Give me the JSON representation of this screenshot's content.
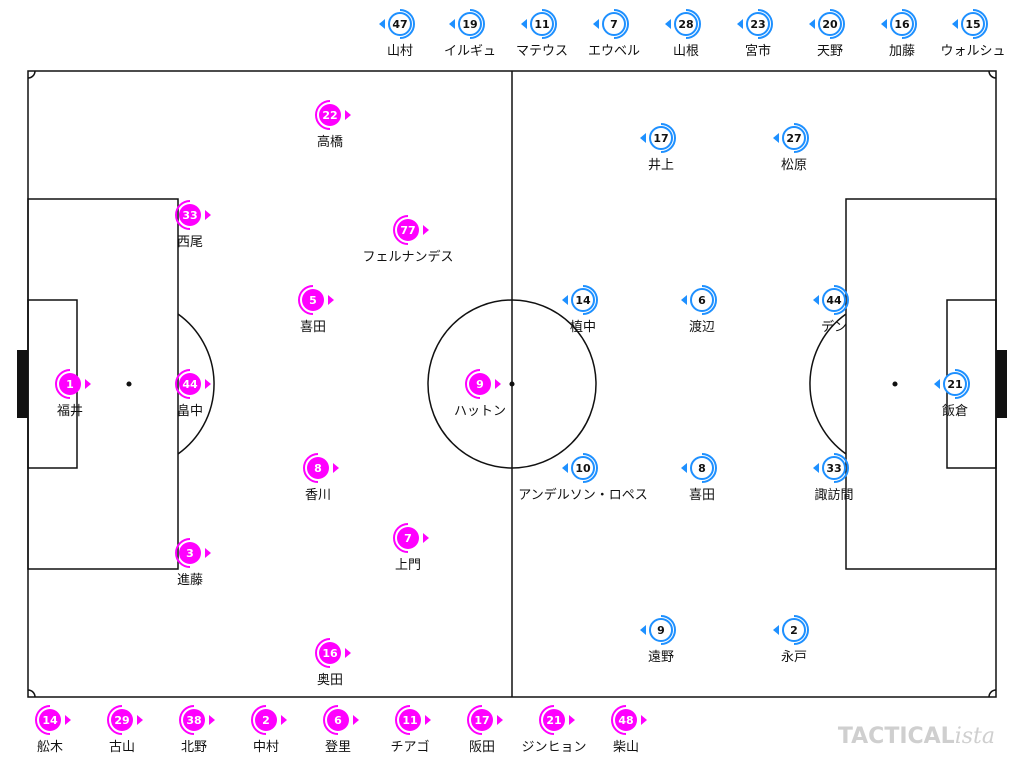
{
  "colors": {
    "home": "#ff00ff",
    "away": "#1e90ff",
    "line": "#111111",
    "background": "#ffffff",
    "brand": "#cfcfcf"
  },
  "brand": {
    "main": "TACTICAL",
    "sub": "ista"
  },
  "home": {
    "starters": [
      {
        "number": "1",
        "name": "福井"
      },
      {
        "number": "44",
        "name": "畠中"
      },
      {
        "number": "33",
        "name": "西尾"
      },
      {
        "number": "3",
        "name": "進藤"
      },
      {
        "number": "22",
        "name": "高橋"
      },
      {
        "number": "5",
        "name": "喜田"
      },
      {
        "number": "8",
        "name": "香川"
      },
      {
        "number": "16",
        "name": "奥田"
      },
      {
        "number": "77",
        "name": "フェルナンデス"
      },
      {
        "number": "7",
        "name": "上門"
      },
      {
        "number": "9",
        "name": "ハットン"
      }
    ],
    "bench": [
      {
        "number": "14",
        "name": "舩木"
      },
      {
        "number": "29",
        "name": "古山"
      },
      {
        "number": "38",
        "name": "北野"
      },
      {
        "number": "2",
        "name": "中村"
      },
      {
        "number": "6",
        "name": "登里"
      },
      {
        "number": "11",
        "name": "チアゴ"
      },
      {
        "number": "17",
        "name": "阪田"
      },
      {
        "number": "21",
        "name": "ジンヒョン"
      },
      {
        "number": "48",
        "name": "柴山"
      }
    ]
  },
  "away": {
    "starters": [
      {
        "number": "21",
        "name": "飯倉"
      },
      {
        "number": "44",
        "name": "デン"
      },
      {
        "number": "33",
        "name": "諏訪間"
      },
      {
        "number": "6",
        "name": "渡辺"
      },
      {
        "number": "8",
        "name": "喜田"
      },
      {
        "number": "14",
        "name": "植中"
      },
      {
        "number": "10",
        "name": "アンデルソン・ロペス"
      },
      {
        "number": "17",
        "name": "井上"
      },
      {
        "number": "27",
        "name": "松原"
      },
      {
        "number": "9",
        "name": "遠野"
      },
      {
        "number": "2",
        "name": "永戸"
      }
    ],
    "bench": [
      {
        "number": "47",
        "name": "山村"
      },
      {
        "number": "19",
        "name": "イルギュ"
      },
      {
        "number": "11",
        "name": "マテウス"
      },
      {
        "number": "7",
        "name": "エウベル"
      },
      {
        "number": "28",
        "name": "山根"
      },
      {
        "number": "23",
        "name": "宮市"
      },
      {
        "number": "20",
        "name": "天野"
      },
      {
        "number": "16",
        "name": "加藤"
      },
      {
        "number": "15",
        "name": "ウォルシュ"
      }
    ]
  }
}
